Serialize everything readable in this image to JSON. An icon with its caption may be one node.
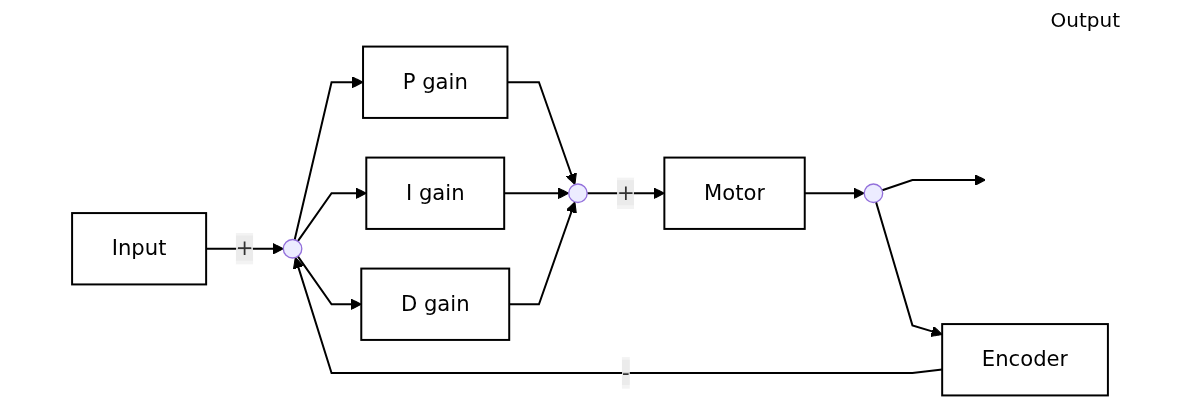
{
  "diagram": {
    "nodes": [
      {
        "text": [
          "Input"
        ]
      },
      {
        "text": [],
        "shape": "circle"
      },
      {
        "text": [
          "P gain"
        ]
      },
      {
        "text": [
          "I gain"
        ]
      },
      {
        "text": [
          "D gain"
        ]
      },
      {
        "text": [],
        "shape": "circle"
      },
      {
        "text": [
          "Motor"
        ]
      },
      {
        "text": [],
        "shape": "circle"
      },
      {
        "text": [
          "Encoder"
        ]
      }
    ],
    "edges": [
      {
        "from": 0,
        "to": 1,
        "arrow": "to",
        "label": "+"
      },
      {
        "from": 1,
        "to": 2,
        "arrow": "to"
      },
      {
        "from": 1,
        "to": 3,
        "arrow": "to"
      },
      {
        "from": 1,
        "to": 4,
        "arrow": "to"
      },
      {
        "from": 2,
        "to": 5,
        "arrow": "to"
      },
      {
        "from": 3,
        "to": 5,
        "arrow": "to"
      },
      {
        "from": 4,
        "to": 5,
        "arrow": "to"
      },
      {
        "from": 5,
        "to": 6,
        "arrow": "to",
        "label": "+"
      },
      {
        "from": 6,
        "to": 7,
        "arrow": "to"
      },
      {
        "from": 7,
        "to": null,
        "arrow": "to"
      },
      {
        "from": 7,
        "to": 8,
        "arrow": "to"
      },
      {
        "from": 8,
        "to": 1,
        "arrow": "to",
        "label": "-"
      }
    ],
    "labels": [
      "Output"
    ]
  }
}
